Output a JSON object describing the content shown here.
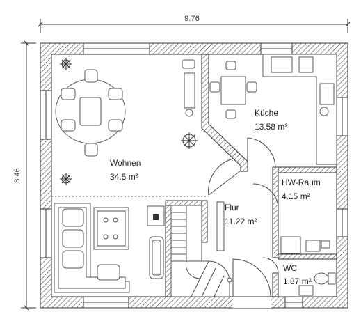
{
  "plan": {
    "dimensions": {
      "width": "9.76",
      "height": "8.46"
    },
    "rooms": [
      {
        "id": "wohnen",
        "name": "Wohnen",
        "area": "34.5 m²"
      },
      {
        "id": "kueche",
        "name": "Küche",
        "area": "13.58 m²"
      },
      {
        "id": "hwraum",
        "name": "HW-Raum",
        "area": "4.15 m²"
      },
      {
        "id": "flur",
        "name": "Flur",
        "area": "11.22 m²"
      },
      {
        "id": "wc",
        "name": "WC",
        "area": "1.87 m²"
      }
    ],
    "colors": {
      "wall": "#333333",
      "hatch": "#555555",
      "furniture": "#555555",
      "background": "#ffffff"
    }
  }
}
